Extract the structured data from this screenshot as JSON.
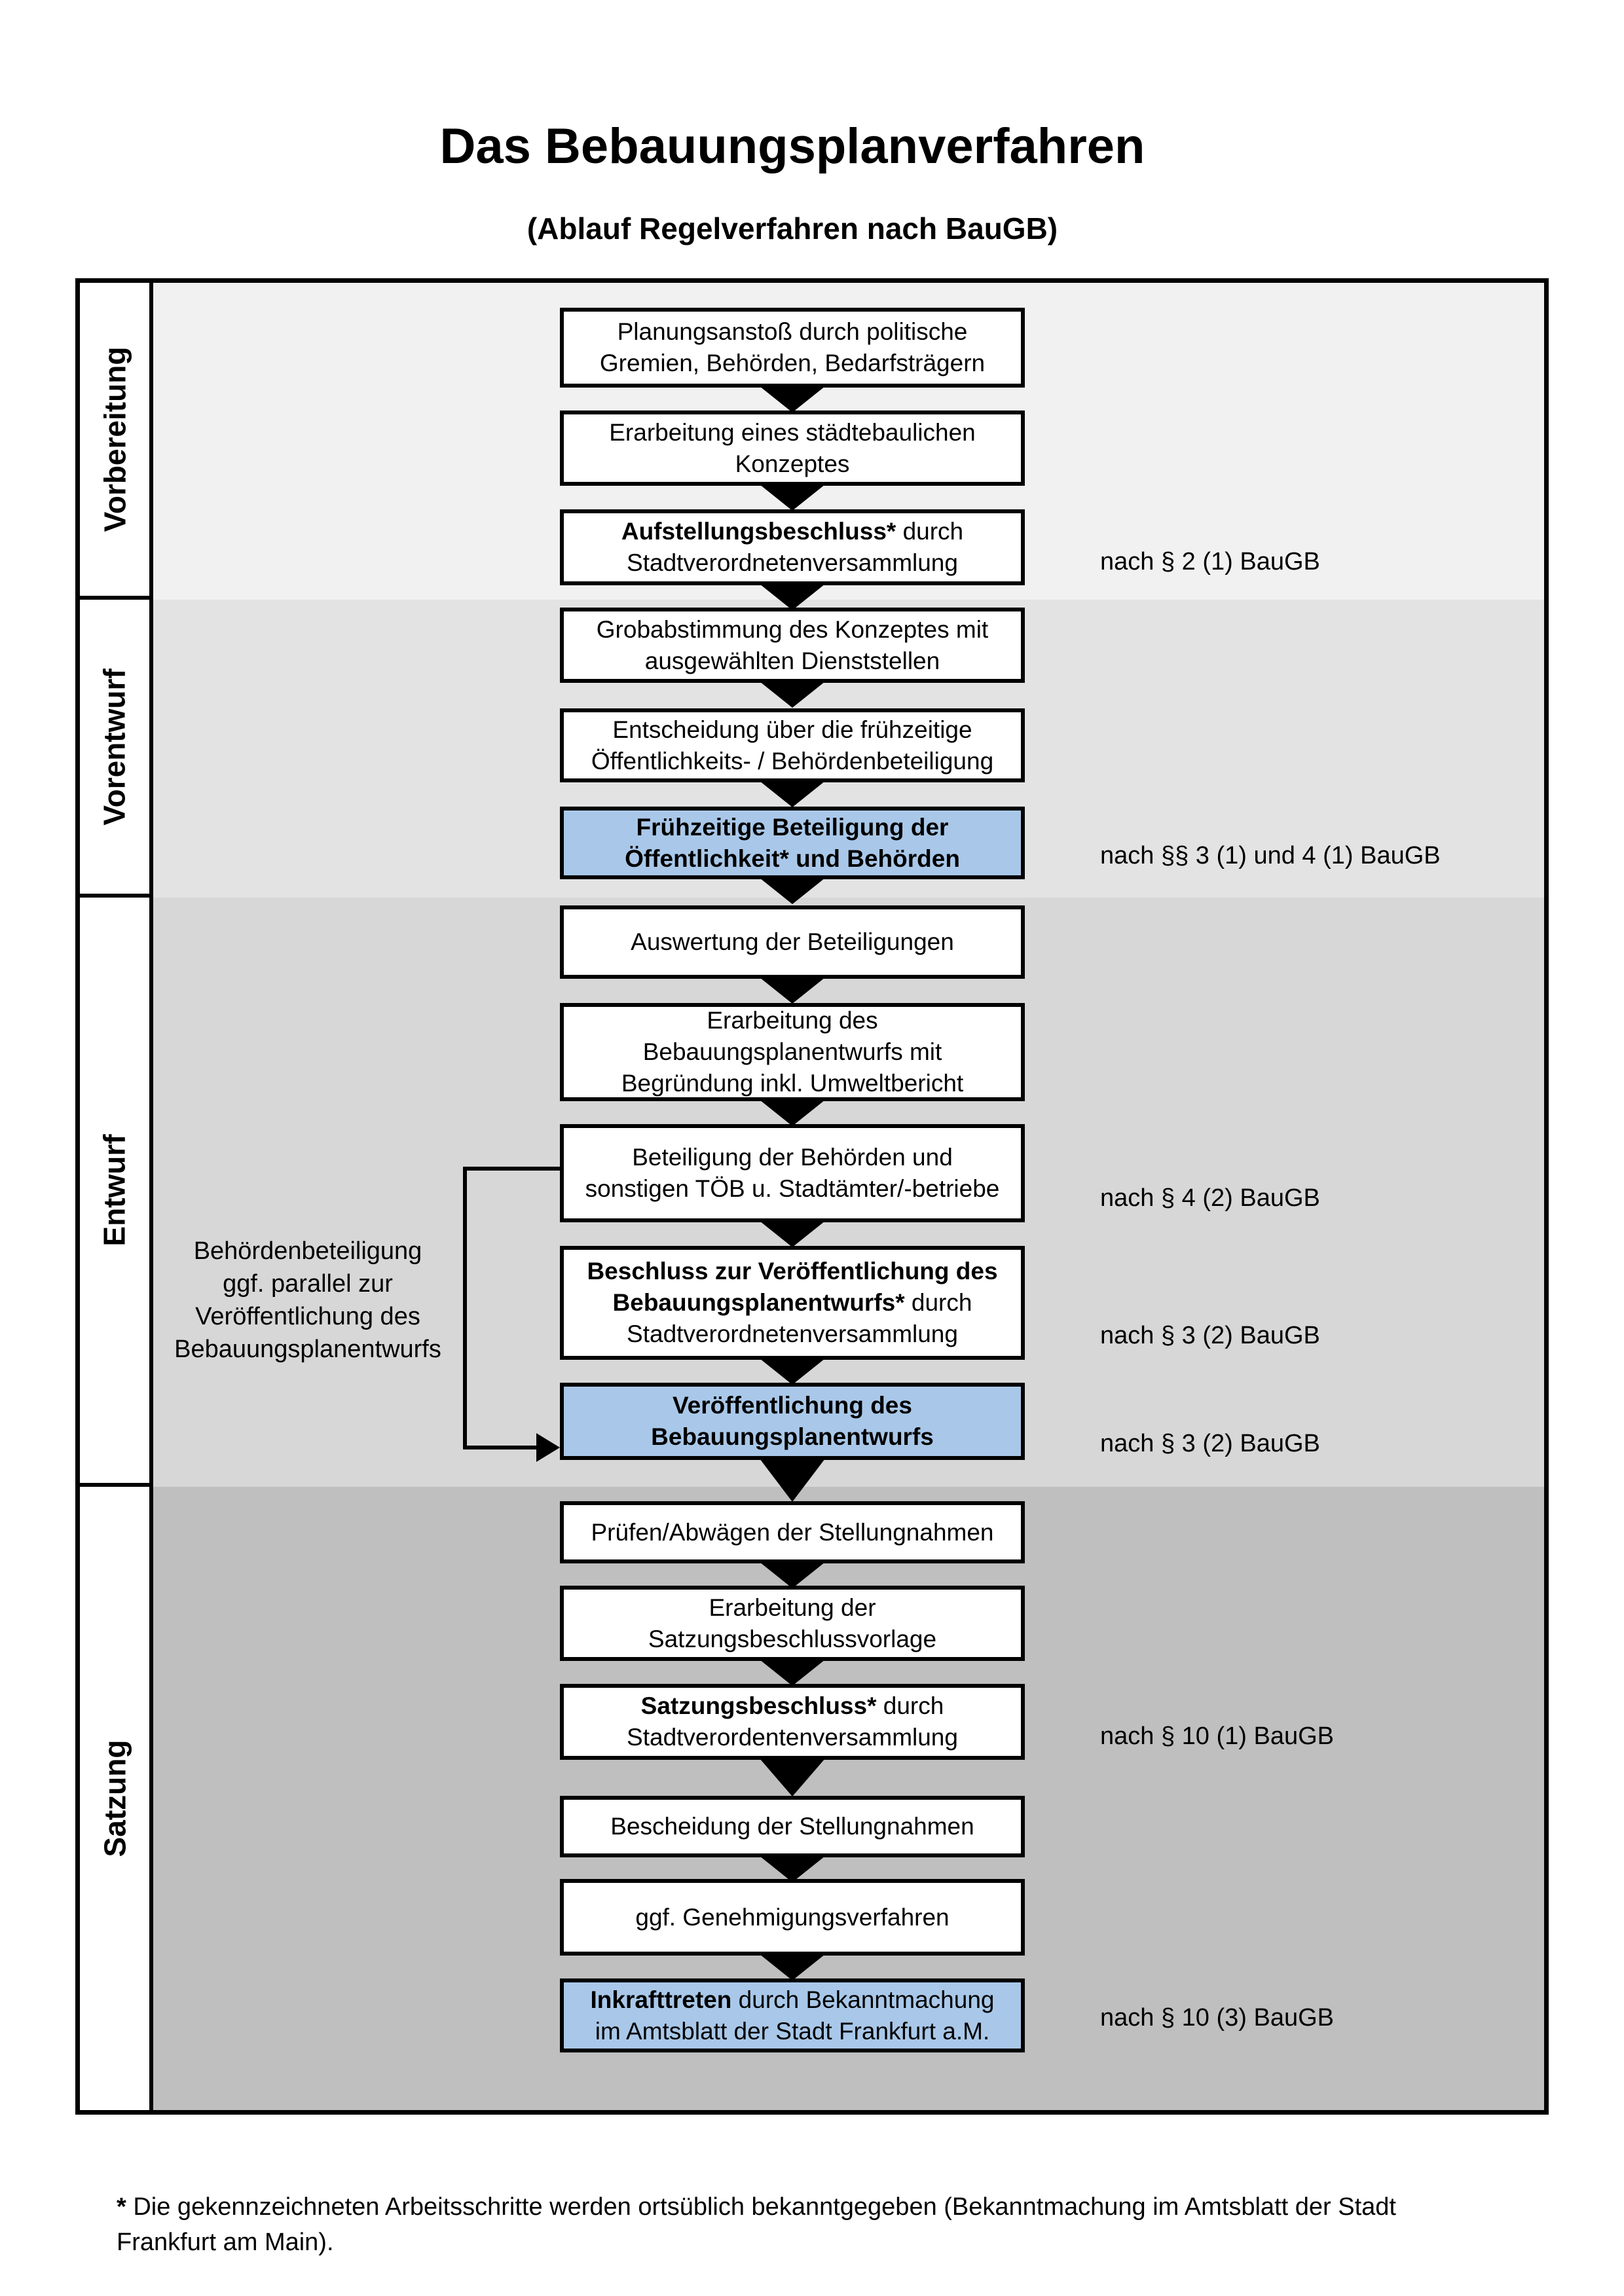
{
  "title": "Das Bebauungsplanverfahren",
  "subtitle": "(Ablauf Regelverfahren nach BauGB)",
  "phases": [
    {
      "label": "Vorbereitung"
    },
    {
      "label": "Vorentwurf"
    },
    {
      "label": "Entwurf"
    },
    {
      "label": "Satzung"
    }
  ],
  "boxes": [
    {
      "highlighted": false,
      "bold": "",
      "text": "Planungsanstoß durch politische\nGremien, Behörden, Bedarfsträgern"
    },
    {
      "highlighted": false,
      "bold": "",
      "text": "Erarbeitung eines städtebaulichen\nKonzeptes"
    },
    {
      "highlighted": false,
      "bold": "Aufstellungsbeschluss*",
      "text": " durch\nStadtverordnetenversammlung"
    },
    {
      "highlighted": false,
      "bold": "",
      "text": "Grobabstimmung des Konzeptes mit\nausgewählten Dienststellen"
    },
    {
      "highlighted": false,
      "bold": "",
      "text": "Entscheidung über die frühzeitige\nÖffentlichkeits- / Behördenbeteiligung"
    },
    {
      "highlighted": true,
      "bold": "Frühzeitige Beteiligung der\nÖffentlichkeit* und Behörden",
      "text": ""
    },
    {
      "highlighted": false,
      "bold": "",
      "text": "Auswertung der Beteiligungen"
    },
    {
      "highlighted": false,
      "bold": "",
      "text": "Erarbeitung des\nBebauungsplanentwurfs mit\nBegründung inkl. Umweltbericht"
    },
    {
      "highlighted": false,
      "bold": "",
      "text": "Beteiligung der Behörden und\nsonstigen TÖB u. Stadtämter/-betriebe"
    },
    {
      "highlighted": false,
      "bold": "Beschluss zur Veröffentlichung des\nBebauungsplanentwurfs*",
      "text": " durch\nStadtverordnetenversammlung"
    },
    {
      "highlighted": true,
      "bold": "Veröffentlichung des\nBebauungsplanentwurfs",
      "text": ""
    },
    {
      "highlighted": false,
      "bold": "",
      "text": "Prüfen/Abwägen der Stellungnahmen"
    },
    {
      "highlighted": false,
      "bold": "",
      "text": "Erarbeitung der\nSatzungsbeschlussvorlage"
    },
    {
      "highlighted": false,
      "bold": "Satzungsbeschluss*",
      "text": " durch\nStadtverordentenversammlung"
    },
    {
      "highlighted": false,
      "bold": "",
      "text": "Bescheidung der Stellungnahmen"
    },
    {
      "highlighted": false,
      "bold": "",
      "text": "ggf. Genehmigungsverfahren"
    },
    {
      "highlighted": true,
      "bold": "Inkrafttreten",
      "text": " durch Bekanntmachung\nim Amtsblatt der Stadt Frankfurt a.M."
    }
  ],
  "side_note": {
    "text": "Behördenbeteiligung\nggf. parallel zur\nVeröffentlichung des\nBebauungsplanentwurfs"
  },
  "references": [
    {
      "text": "nach § 2 (1) BauGB"
    },
    {
      "text": "nach §§ 3 (1) und 4 (1) BauGB"
    },
    {
      "text": "nach § 4 (2) BauGB"
    },
    {
      "text": "nach § 3 (2) BauGB"
    },
    {
      "text": "nach § 3 (2) BauGB"
    },
    {
      "text": "nach § 10 (1) BauGB"
    },
    {
      "text": "nach § 10 (3) BauGB"
    }
  ],
  "footnote": {
    "marker": "*",
    "text": " Die gekennzeichneten Arbeitsschritte werden ortsüblich bekanntgegeben (Bekanntmachung im Amtsblatt  der Stadt\nFrankfurt am Main)."
  },
  "colors": {
    "border": "#000000",
    "box_bg": "#ffffff",
    "highlight_box_bg": "#a9c8e9",
    "section_bg_vorbereitung": "#f1f1f1",
    "section_bg_vorentwurf": "#e3e3e3",
    "section_bg_entwurf": "#d7d7d7",
    "section_bg_satzung": "#bfbfbf"
  }
}
